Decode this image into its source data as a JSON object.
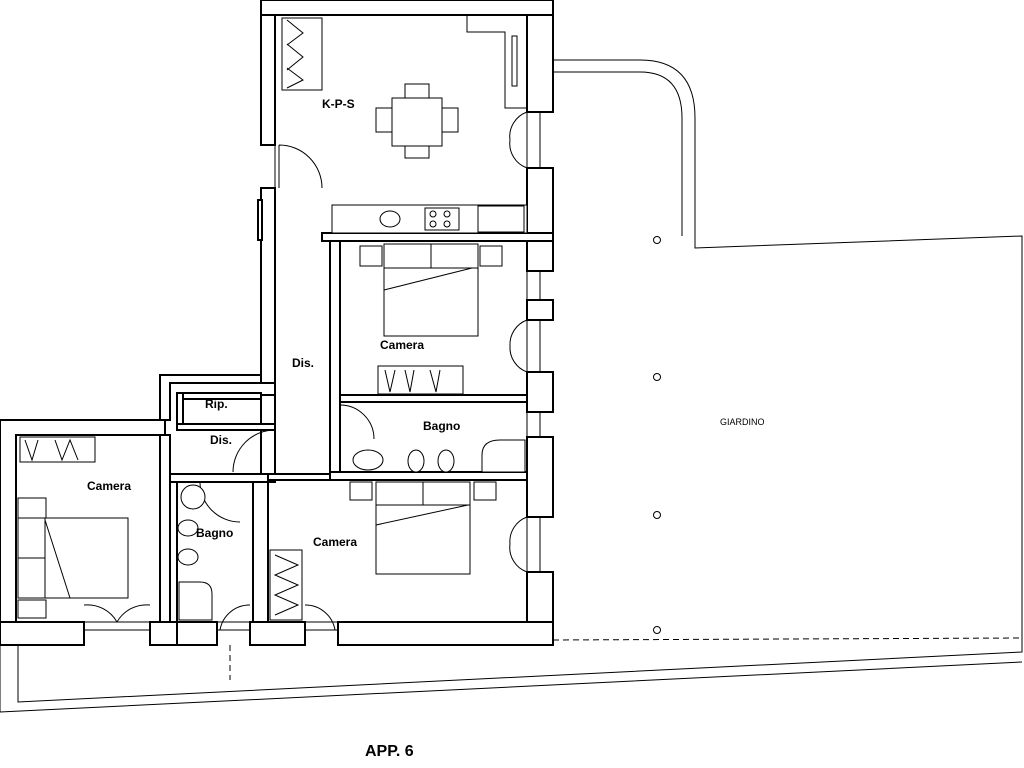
{
  "plan": {
    "title": "APP. 6",
    "rooms": [
      {
        "id": "kps",
        "label": "K-P-S"
      },
      {
        "id": "camera-1",
        "label": "Camera"
      },
      {
        "id": "bagno-1",
        "label": "Bagno"
      },
      {
        "id": "dis-1",
        "label": "Dis."
      },
      {
        "id": "rip",
        "label": "Rip."
      },
      {
        "id": "dis-2",
        "label": "Dis."
      },
      {
        "id": "camera-2",
        "label": "Camera"
      },
      {
        "id": "bagno-2",
        "label": "Bagno"
      },
      {
        "id": "camera-3",
        "label": "Camera"
      },
      {
        "id": "giardino",
        "label": "GIARDINO"
      }
    ]
  }
}
